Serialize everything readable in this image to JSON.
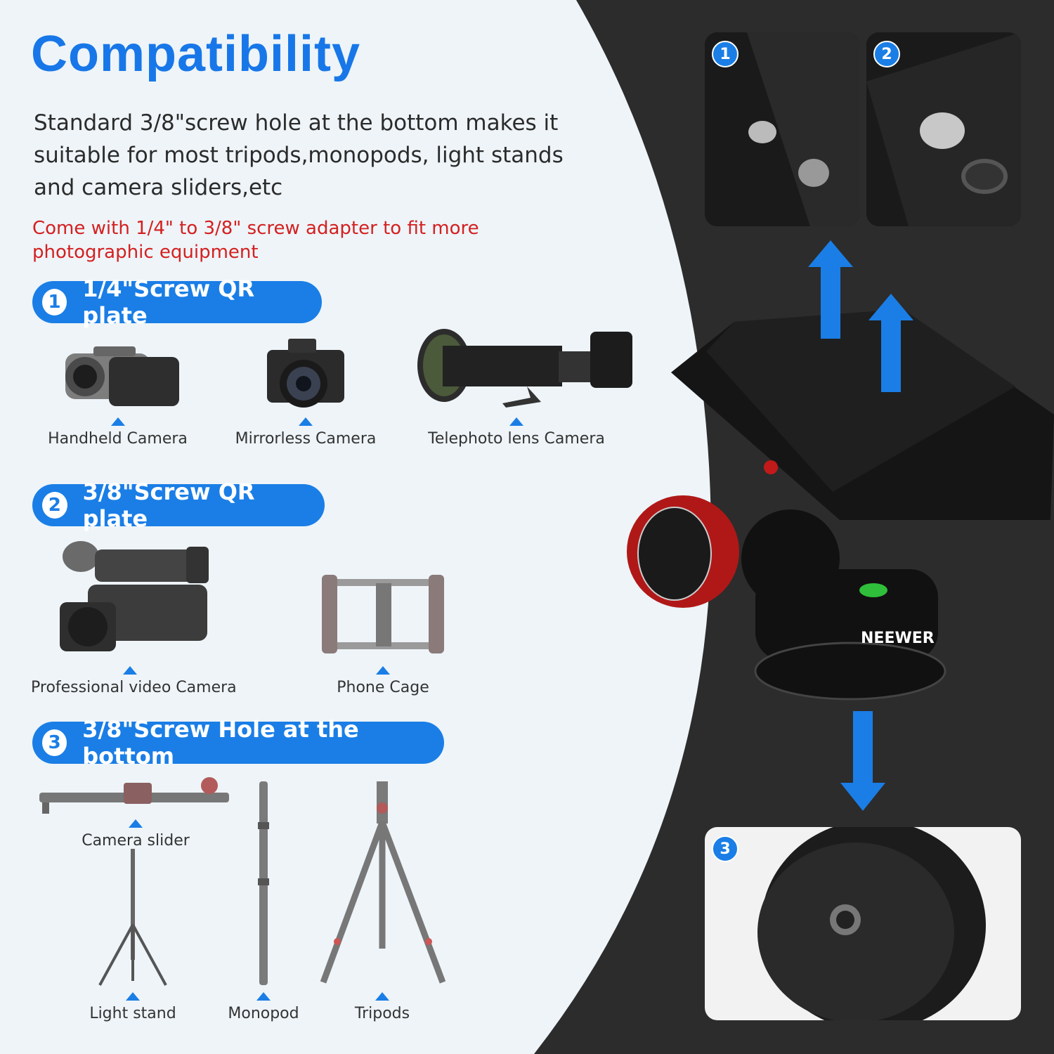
{
  "title": "Compatibility",
  "intro": "Standard 3/8\"screw hole at the bottom makes it suitable for most tripods,monopods, light stands and camera sliders,etc",
  "note": "Come with 1/4\" to 3/8\" screw adapter to fit more photographic equipment",
  "sections": [
    {
      "number": "1",
      "label": "1/4\"Screw QR plate",
      "items": [
        "Handheld Camera",
        "Mirrorless Camera",
        "Telephoto lens Camera"
      ]
    },
    {
      "number": "2",
      "label": "3/8\"Screw QR plate",
      "items": [
        "Professional video Camera",
        "Phone Cage"
      ]
    },
    {
      "number": "3",
      "label": "3/8\"Screw Hole at the bottom",
      "items": [
        "Camera slider",
        "Light stand",
        "Monopod",
        "Tripods"
      ]
    }
  ],
  "photos": {
    "top_left_badge": "1",
    "top_right_badge": "2",
    "bottom_badge": "3",
    "brand": "NEEWER"
  },
  "colors": {
    "accent": "#1a7ee6",
    "note": "#d42020",
    "dark_bg": "#2a2a2a"
  }
}
